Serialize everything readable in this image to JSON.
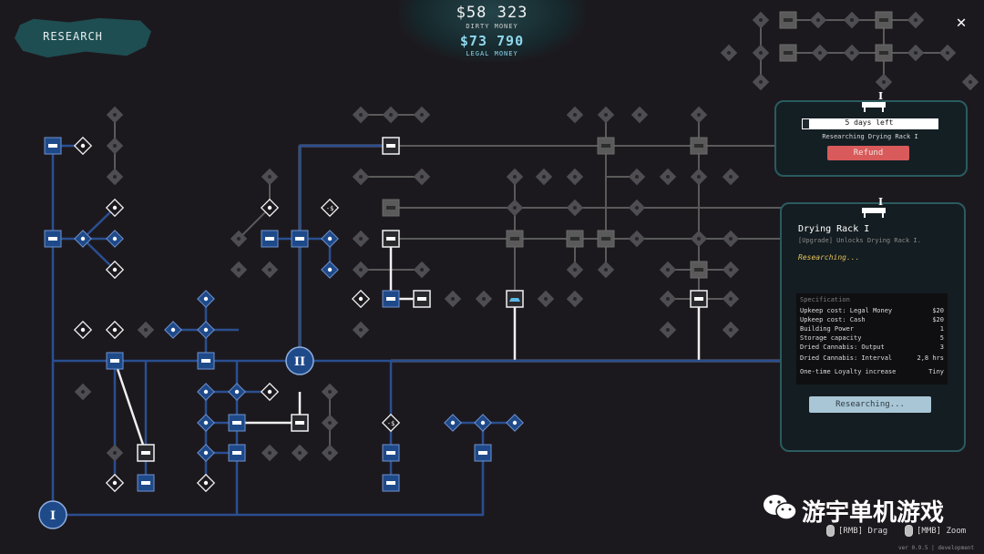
{
  "header": {
    "tab_label": "RESEARCH",
    "dirty_money_value": "$58 323",
    "dirty_money_label": "DIRTY MONEY",
    "legal_money_value": "$73 790",
    "legal_money_label": "LEGAL MONEY",
    "close_label": "✕"
  },
  "tree": {
    "tiers": [
      "I",
      "II"
    ],
    "node_marks": {
      "lock": "🔒",
      "cost": "-$"
    }
  },
  "progress_panel": {
    "tier": "I",
    "days_left": "5 days left",
    "progress": 0.05,
    "researching_text": "Researching Drying Rack I",
    "refund_label": "Refund"
  },
  "detail_panel": {
    "tier": "I",
    "title": "Drying Rack I",
    "description": "[Upgrade] Unlocks Drying Rack I.",
    "status": "Researching...",
    "spec_header": "Specification",
    "specs": [
      {
        "label": "Upkeep cost: Legal Money",
        "value": "$20"
      },
      {
        "label": "Upkeep cost: Cash",
        "value": "$20"
      },
      {
        "label": "Building Power",
        "value": "1"
      },
      {
        "label": "Storage capacity",
        "value": "5"
      },
      {
        "label": "Dried Cannabis: Output",
        "value": "3"
      },
      {
        "label": "Dried Cannabis: Interval",
        "value": "2,8 hrs"
      },
      {
        "label": "One-time Loyalty increase",
        "value": "Tiny"
      }
    ],
    "button_label": "Researching..."
  },
  "hints": {
    "rmb": "[RMB] Drag",
    "mmb": "[MMB] Zoom"
  },
  "version": "ver 0.9.5 | development",
  "watermark": "游宇单机游戏",
  "colors": {
    "background": "#1c191e",
    "owned_blue": "#1f4a8a",
    "owned_line": "#2a4f90",
    "available_white": "#f0f0f0",
    "locked_gray": "#5a5a5a",
    "accent_teal": "#2a5b60",
    "refund_red": "#d85a5a",
    "legal_money_cyan": "#8fd8ef",
    "status_gold": "#e6c35c"
  }
}
